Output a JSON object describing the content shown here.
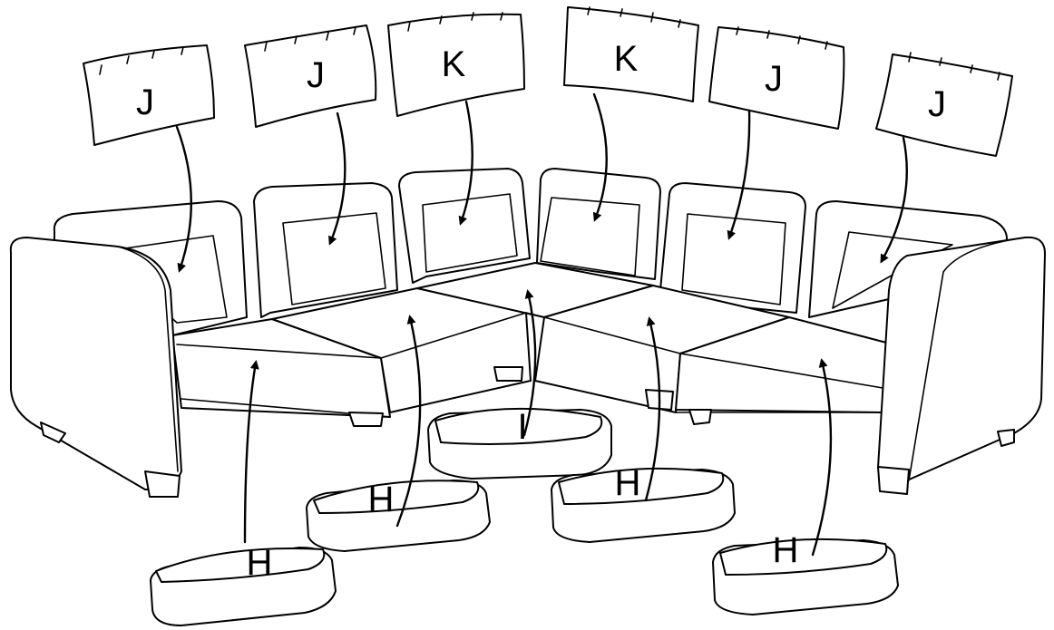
{
  "labels": {
    "pillow_1": "J",
    "pillow_2": "J",
    "pillow_3": "K",
    "pillow_4": "K",
    "pillow_5": "J",
    "pillow_6": "J",
    "cushion_1": "H",
    "cushion_2": "H",
    "cushion_3": "I",
    "cushion_4": "H",
    "cushion_5": "H"
  },
  "colors": {
    "line": "#000000",
    "fill": "#ffffff"
  }
}
